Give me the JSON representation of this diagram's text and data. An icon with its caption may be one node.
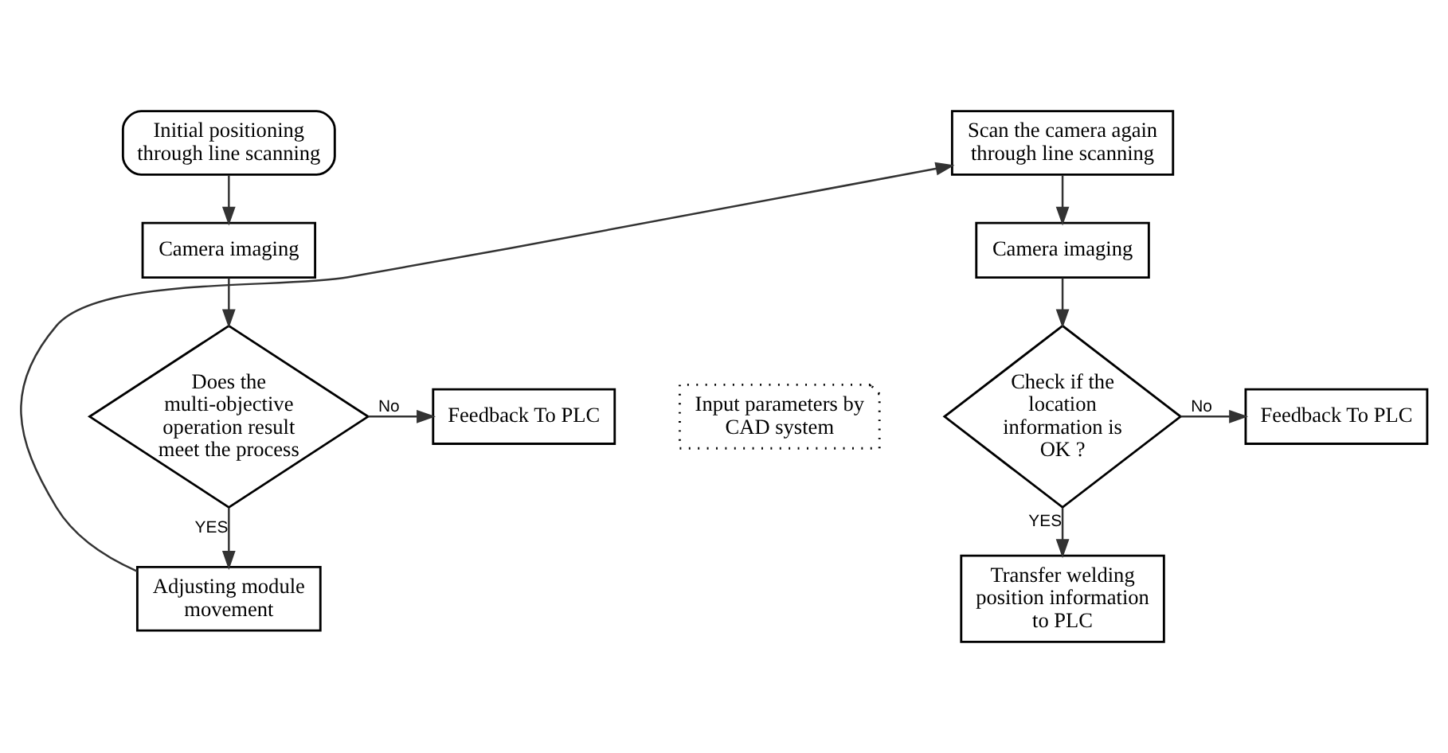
{
  "diagram": {
    "nodes": [
      {
        "text": [
          "Initial positioning through line scanning"
        ]
      },
      {
        "text": [
          "Camera imaging"
        ]
      },
      {
        "text": [
          "Does the multi-objective operation result meet the process"
        ]
      },
      {
        "text": [
          "Feedback To PLC"
        ]
      },
      {
        "text": [
          "Input parameters by CAD system"
        ]
      },
      {
        "text": [
          "Adjusting module movement"
        ]
      },
      {
        "text": [
          "Scan the camera again through line scanning"
        ]
      },
      {
        "text": [
          "Camera imaging"
        ]
      },
      {
        "text": [
          "Check if the location information is OK ?"
        ]
      },
      {
        "text": [
          "Feedback To PLC"
        ]
      },
      {
        "text": [
          "Transfer welding position information to PLC"
        ]
      }
    ],
    "edges": [
      {
        "from": 0,
        "to": 1,
        "arrow": "to"
      },
      {
        "from": 1,
        "to": 2,
        "arrow": "to"
      },
      {
        "from": 2,
        "to": 3,
        "arrow": "to",
        "label": "No"
      },
      {
        "from": 2,
        "to": 5,
        "arrow": "to",
        "label": "YES"
      },
      {
        "from": 5,
        "to": 6,
        "arrow": "to"
      },
      {
        "from": 6,
        "to": 7,
        "arrow": "to"
      },
      {
        "from": 7,
        "to": 8,
        "arrow": "to"
      },
      {
        "from": 8,
        "to": 9,
        "arrow": "to",
        "label": "No"
      },
      {
        "from": 8,
        "to": 10,
        "arrow": "to",
        "label": "YES"
      }
    ]
  }
}
